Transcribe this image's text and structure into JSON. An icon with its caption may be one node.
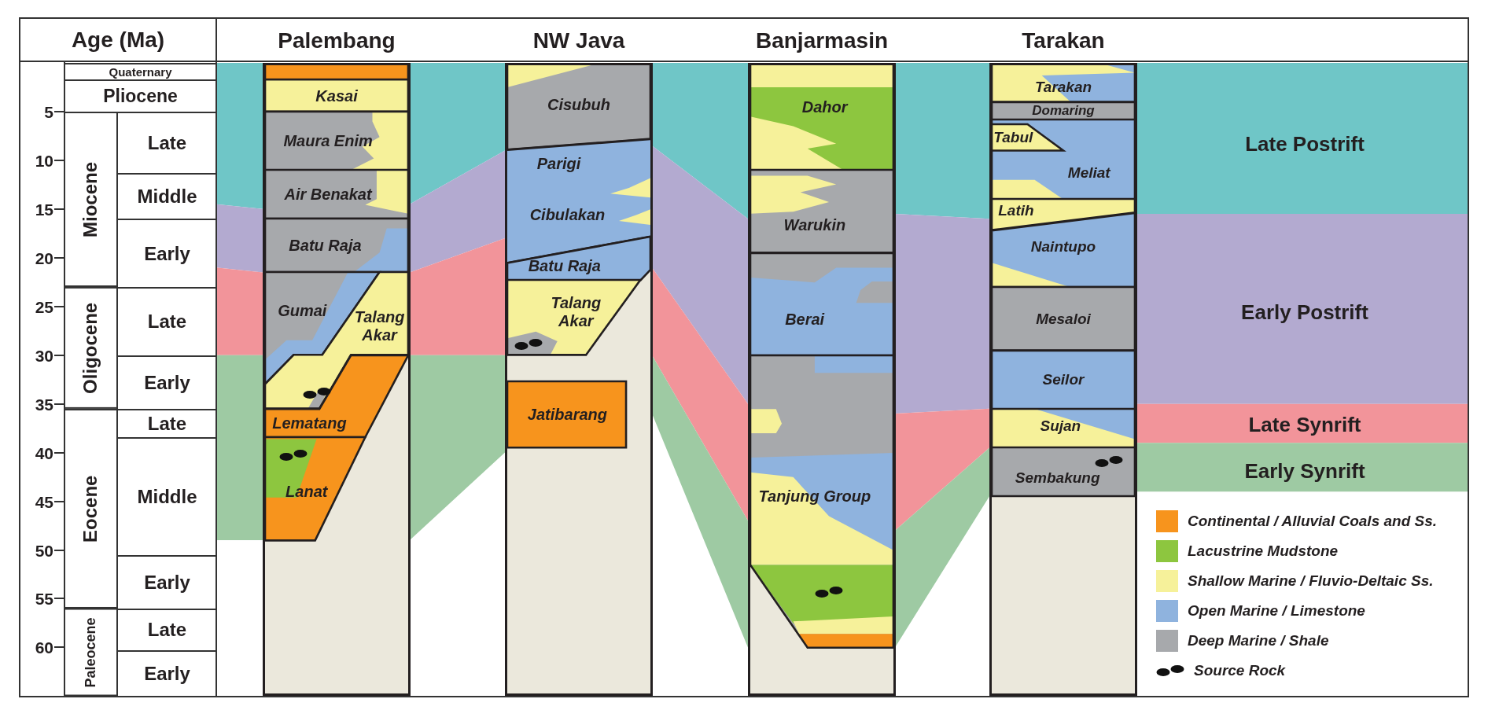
{
  "diagram": {
    "nodes": [
      {
        "text": [
          "Palembang"
        ]
      },
      {
        "text": [
          "Kasai"
        ],
        "in": 0
      },
      {
        "text": [
          "Maura Enim"
        ],
        "in": 0
      },
      {
        "text": [
          "Air Benakat"
        ],
        "in": 0
      },
      {
        "text": [
          "Batu Raja"
        ],
        "in": 0
      },
      {
        "text": [
          "Gumai"
        ],
        "in": 0
      },
      {
        "text": [
          "Talang Akar"
        ],
        "in": 0
      },
      {
        "text": [
          "Lematang"
        ],
        "in": 0
      },
      {
        "text": [
          "Lanat"
        ],
        "in": 0
      },
      {
        "text": [
          "NW Java"
        ]
      },
      {
        "text": [
          "Cisubuh"
        ],
        "in": 9
      },
      {
        "text": [
          "Parigi"
        ],
        "in": 9
      },
      {
        "text": [
          "Cibulakan"
        ],
        "in": 9
      },
      {
        "text": [
          "Batu Raja"
        ],
        "in": 9
      },
      {
        "text": [
          "Talang Akar"
        ],
        "in": 9
      },
      {
        "text": [
          "Jatibarang"
        ],
        "in": 9
      },
      {
        "text": [
          "Banjarmasin"
        ]
      },
      {
        "text": [
          "Dahor"
        ],
        "in": 16
      },
      {
        "text": [
          "Warukin"
        ],
        "in": 16
      },
      {
        "text": [
          "Berai"
        ],
        "in": 16
      },
      {
        "text": [
          "Tanjung Group"
        ],
        "in": 16
      },
      {
        "text": [
          "Tarakan"
        ]
      },
      {
        "text": [
          "Tarakan"
        ],
        "in": 21
      },
      {
        "text": [
          "Domaring"
        ],
        "in": 21
      },
      {
        "text": [
          "Meliat"
        ],
        "in": 21
      },
      {
        "text": [
          "Tabul"
        ],
        "in": 24
      },
      {
        "text": [
          "Latih"
        ],
        "in": 21
      },
      {
        "text": [
          "Naintupo"
        ],
        "in": 21
      },
      {
        "text": [
          "Mesaloi"
        ],
        "in": 21
      },
      {
        "text": [
          "Seilor"
        ],
        "in": 21
      },
      {
        "text": [
          "Sujan"
        ],
        "in": 21
      },
      {
        "text": [
          "Sembakung"
        ],
        "in": 21
      },
      {
        "text": [],
        "shape": "bar",
        "in": 0
      }
    ],
    "labels": [
      "Age (Ma)",
      "Quaternary",
      "Pliocene",
      "Miocene",
      "Late",
      "Middle",
      "Early",
      "Oligocene",
      "Late",
      "Early",
      "Eocene",
      "Late",
      "Middle",
      "Early",
      "Paleocene",
      "Late",
      "Early",
      "5",
      "10",
      "15",
      "20",
      "25",
      "30",
      "35",
      "40",
      "45",
      "50",
      "55",
      "60",
      "Late Postrift",
      "Early Postrift",
      "Late Synrift",
      "Early Synrift"
    ],
    "legend": [
      {
        "text": "Continental / Alluvial Coals and Ss.",
        "color": "#f7941d"
      },
      {
        "text": "Lacustrine Mudstone",
        "color": "#8dc63f"
      },
      {
        "text": "Shallow Marine / Fluvio-Deltaic Ss.",
        "color": "#f6f19a"
      },
      {
        "text": "Open Marine / Limestone",
        "color": "#8fb3de"
      },
      {
        "text": "Deep Marine / Shale",
        "color": "#a7a9ac"
      },
      {
        "text": "Source Rock"
      }
    ]
  }
}
